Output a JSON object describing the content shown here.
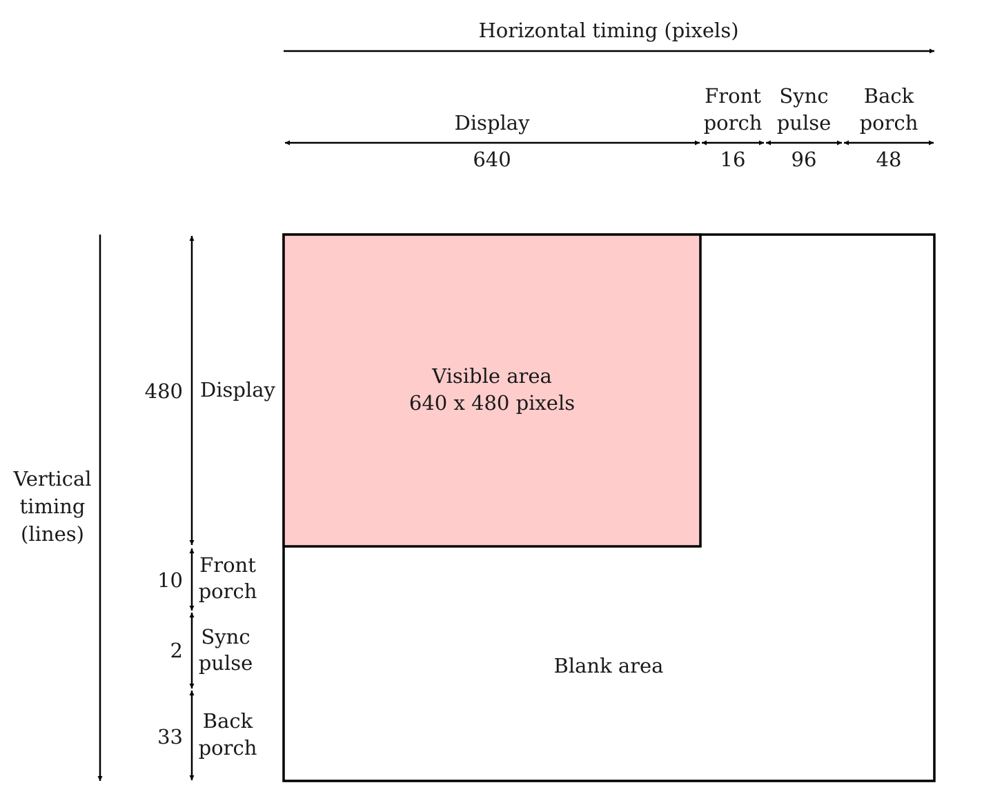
{
  "colors": {
    "visible_fill": "#ffcccc",
    "stroke": "#000000",
    "text": "#1a1a1a"
  },
  "horizontal": {
    "title": "Horizontal timing (pixels)",
    "segments": [
      {
        "label_line1": "",
        "label_line2": "Display",
        "value": "640"
      },
      {
        "label_line1": "Front",
        "label_line2": "porch",
        "value": "16"
      },
      {
        "label_line1": "Sync",
        "label_line2": "pulse",
        "value": "96"
      },
      {
        "label_line1": "Back",
        "label_line2": "porch",
        "value": "48"
      }
    ]
  },
  "vertical": {
    "title_line1": "Vertical",
    "title_line2": "timing",
    "title_line3": "(lines)",
    "segments": [
      {
        "label_line1": "Display",
        "label_line2": "",
        "value": "480"
      },
      {
        "label_line1": "Front",
        "label_line2": "porch",
        "value": "10"
      },
      {
        "label_line1": "Sync",
        "label_line2": "pulse",
        "value": "2"
      },
      {
        "label_line1": "Back",
        "label_line2": "porch",
        "value": "33"
      }
    ]
  },
  "areas": {
    "visible_line1": "Visible area",
    "visible_line2": "640 x 480 pixels",
    "blank": "Blank area"
  }
}
